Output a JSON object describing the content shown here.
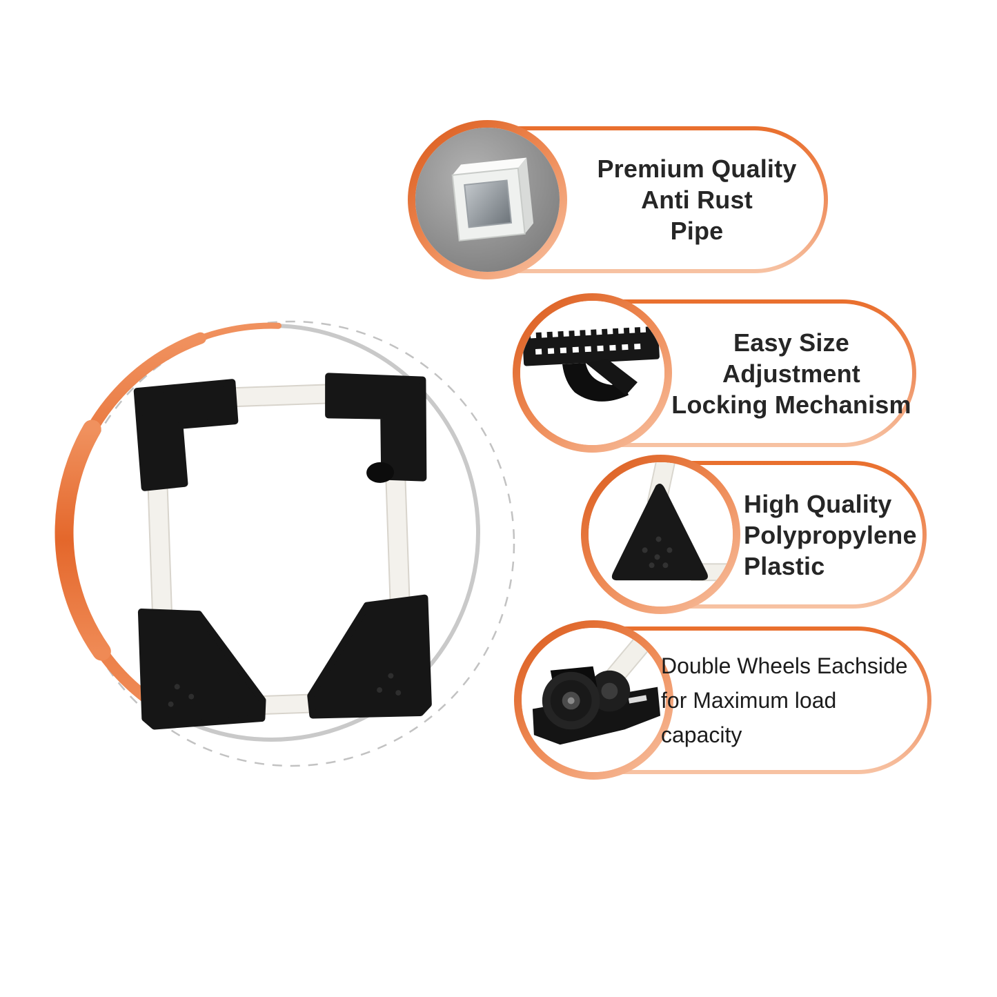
{
  "colors": {
    "accent_dark": "#d95818",
    "accent": "#ee7d4a",
    "accent_light": "#f8c4a6",
    "text": "#262626",
    "pipe_white": "#f3f1ec",
    "plastic_black": "#161616",
    "ring_gray": "#c7c7c7"
  },
  "hero": {
    "name": "adjustable-appliance-stand-photo"
  },
  "features": [
    {
      "icon": "pipe-cross-section-icon",
      "align": "center",
      "lines": [
        "Premium Quality",
        "Anti Rust",
        "Pipe"
      ]
    },
    {
      "icon": "locking-mechanism-icon",
      "align": "center",
      "lines": [
        "Easy Size",
        "Adjustment",
        "Locking Mechanism"
      ]
    },
    {
      "icon": "corner-bracket-icon",
      "align": "left",
      "lines": [
        "High Quality",
        "Polypropylene",
        "Plastic"
      ]
    },
    {
      "icon": "double-wheels-icon",
      "align": "left",
      "lines": [
        "Double Wheels Eachside",
        "for Maximum load",
        "capacity"
      ]
    }
  ]
}
